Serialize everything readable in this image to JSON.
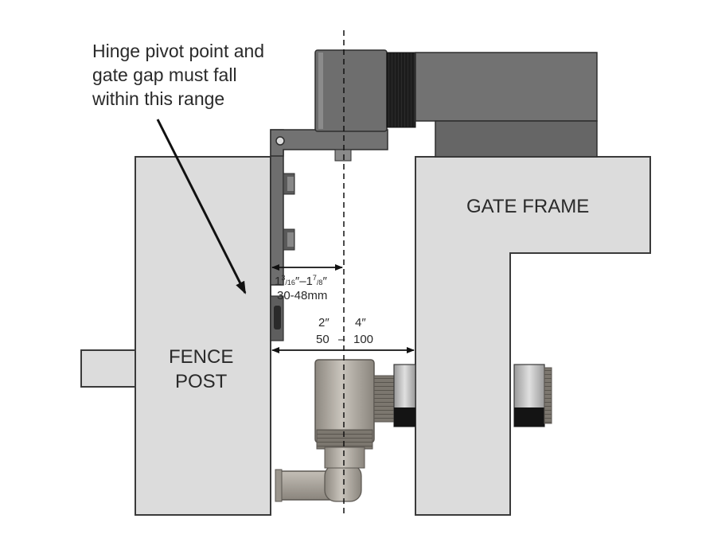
{
  "annotation": {
    "line1": "Hinge pivot point and",
    "line2": "gate gap must fall",
    "line3": "within this range"
  },
  "labels": {
    "gate_frame": "GATE FRAME",
    "fence_post_line1": "FENCE",
    "fence_post_line2": "POST"
  },
  "dimensions": {
    "pivot_offset": {
      "whole_a": "1",
      "frac_a_num": "3",
      "frac_a_den": "16",
      "separator": "″–1",
      "frac_b_num": "7",
      "frac_b_den": "8",
      "inch_mark": "″",
      "metric": "30-48mm"
    },
    "gate_gap": {
      "imperial_min": "2″",
      "imperial_max": "4″",
      "metric_min": "50",
      "dash": "–",
      "metric_max": "100"
    }
  },
  "colors": {
    "post_fill": "#dcdcdc",
    "outline": "#3a3a3a",
    "hardware": "#6e6e6e",
    "hardware_dark": "#505050",
    "spring": "#1e1e1e",
    "closer_body": "#a9a49c"
  }
}
